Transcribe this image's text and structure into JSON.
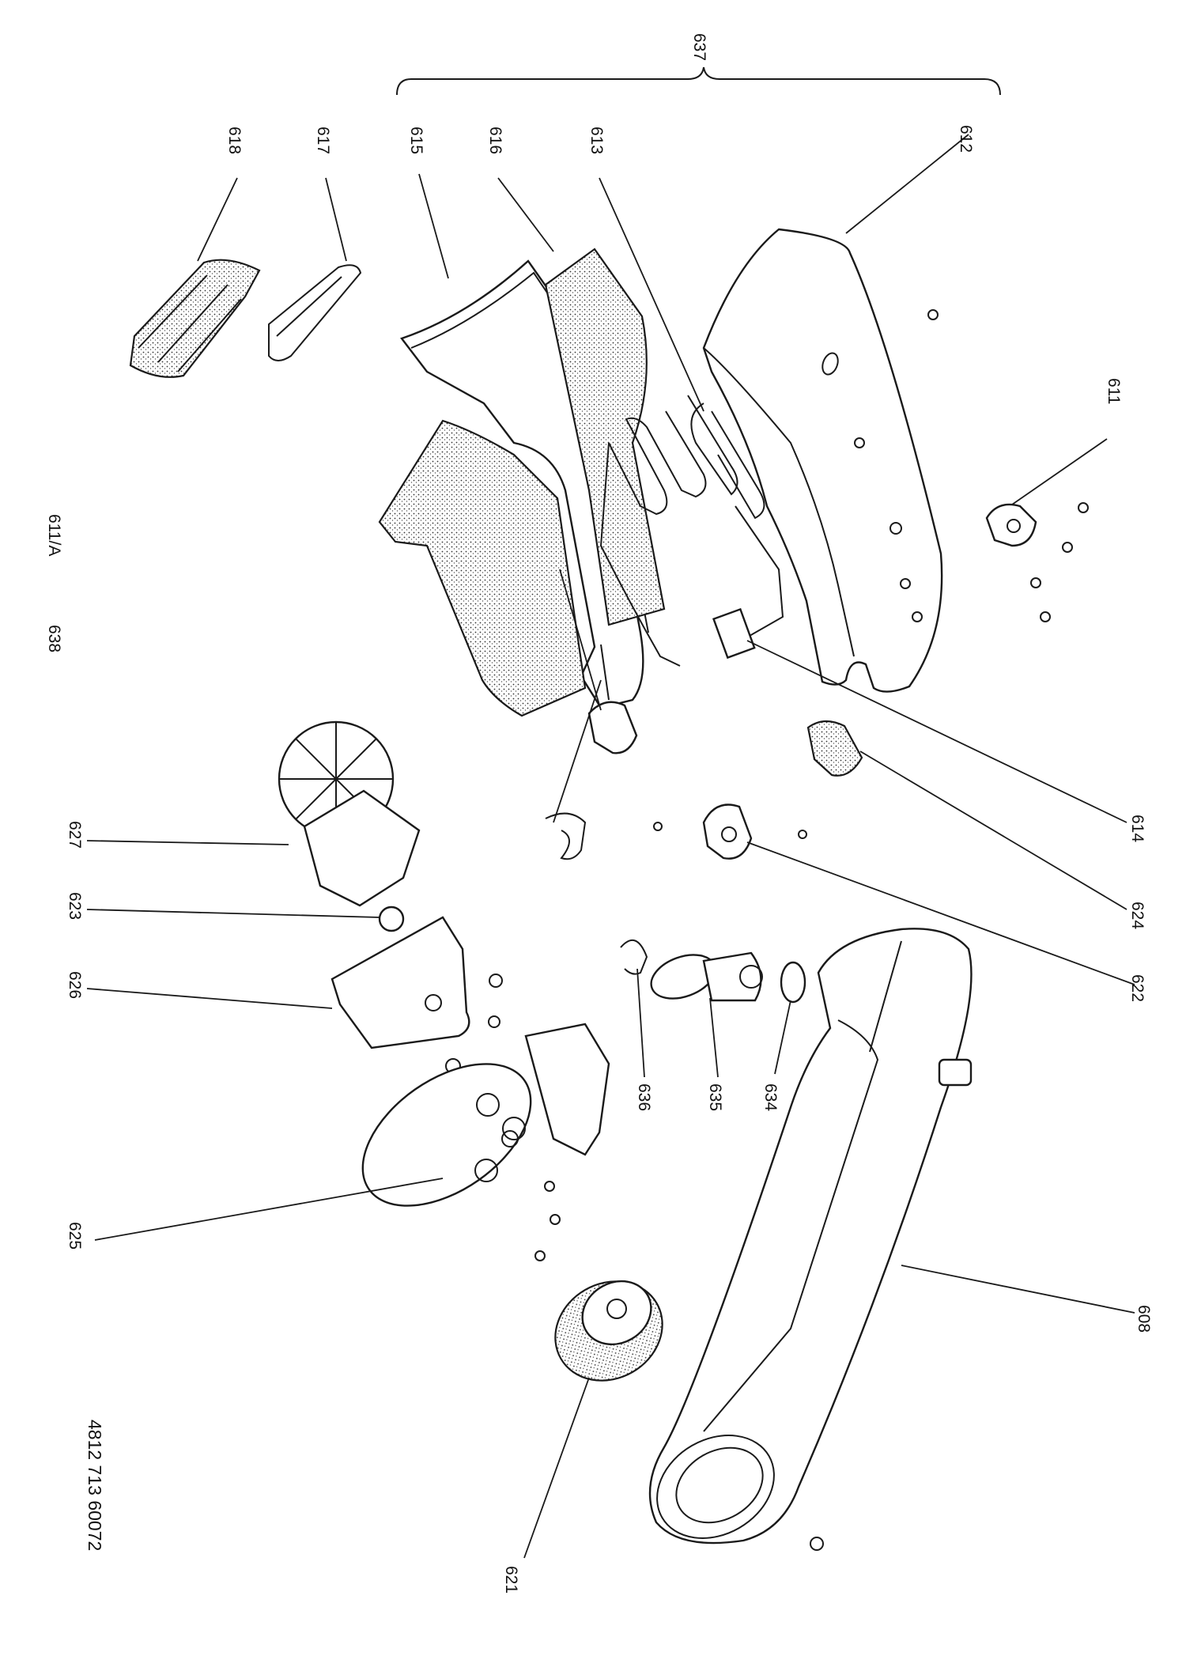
{
  "group_label": "637",
  "document_code": "4812 713 60072",
  "callouts": {
    "p618": "618",
    "p617": "617",
    "p615": "615",
    "p616": "616",
    "p613": "613",
    "p612": "612",
    "p611": "611",
    "p611a": "611/A",
    "p638": "638",
    "p627": "627",
    "p623": "623",
    "p626": "626",
    "p625": "625",
    "p621": "621",
    "p614": "614",
    "p624": "624",
    "p622": "622",
    "p636": "636",
    "p635": "635",
    "p634": "634",
    "p608": "608"
  }
}
